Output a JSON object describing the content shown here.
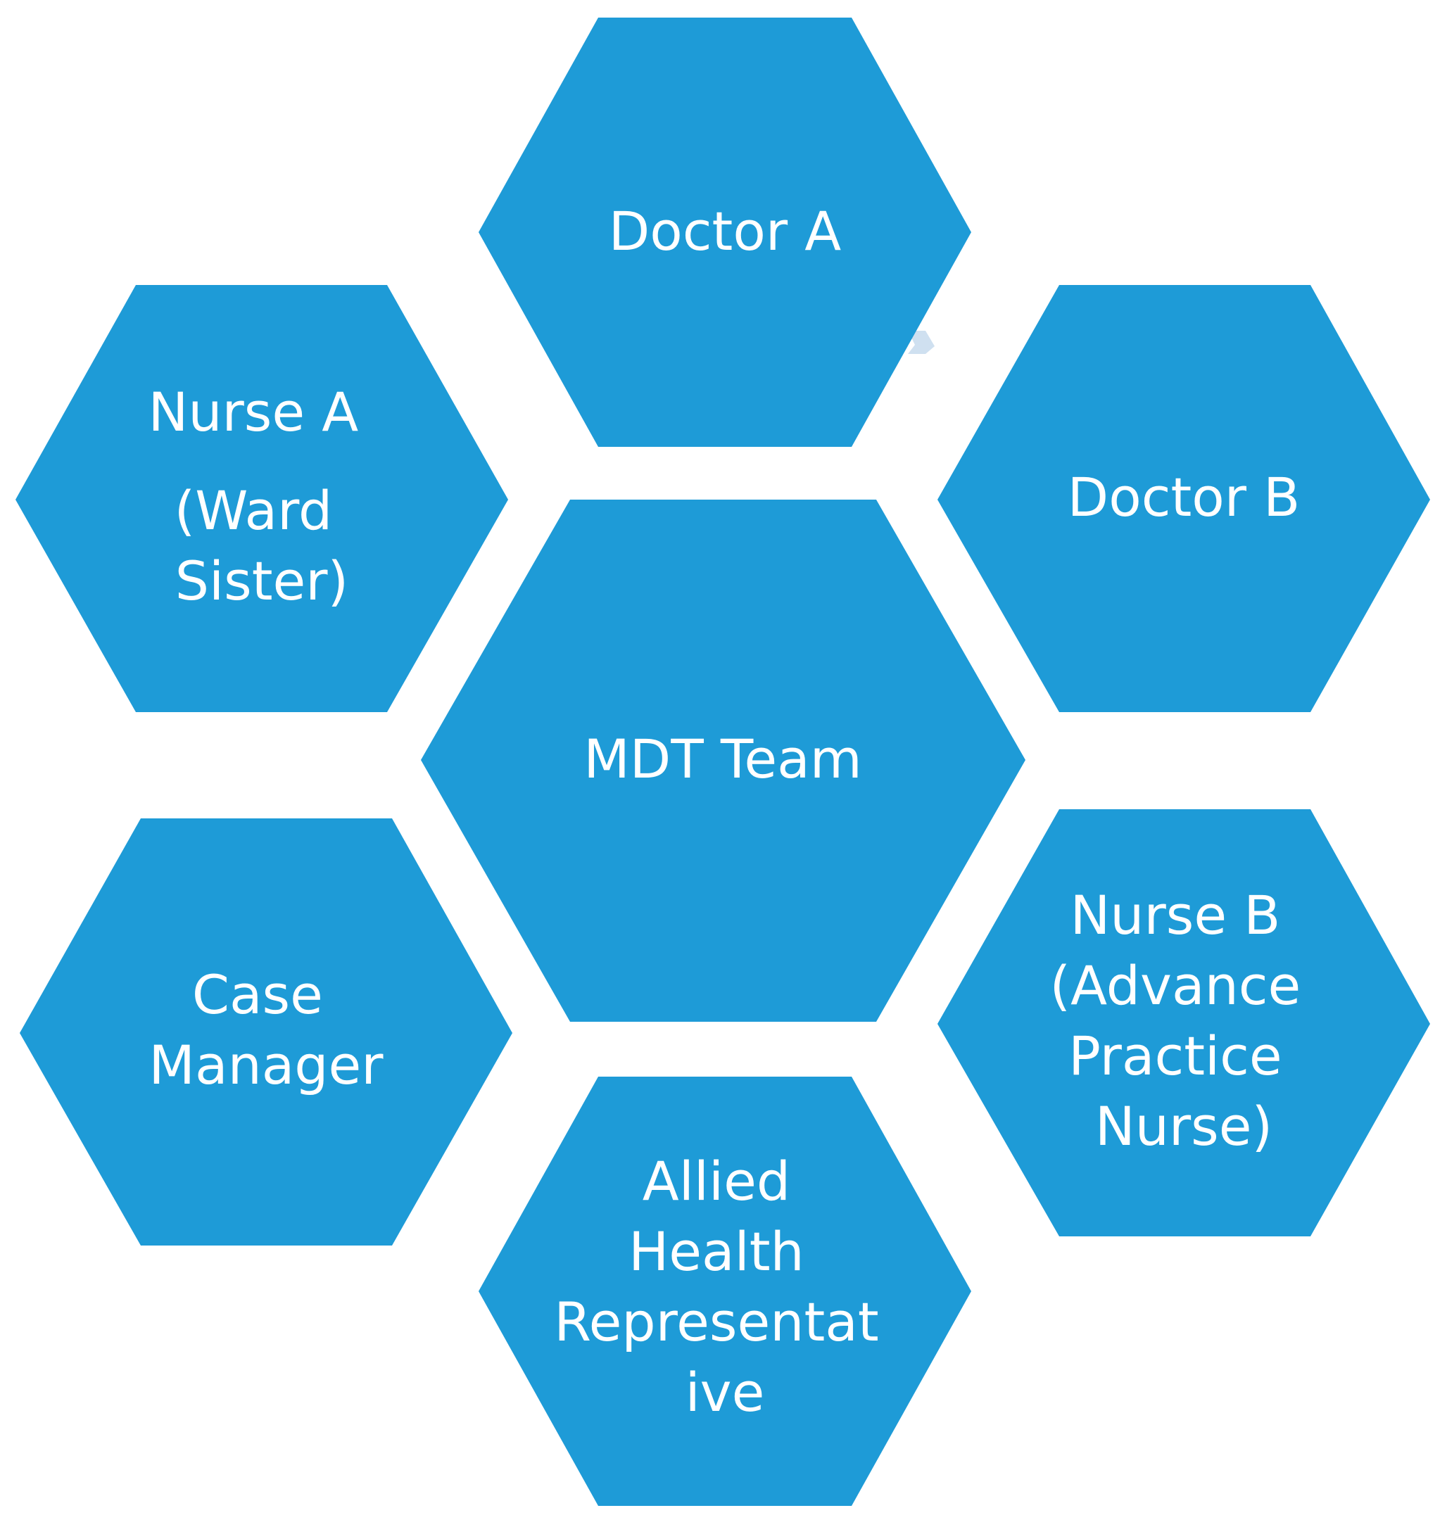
{
  "colors": {
    "hexagon_fill": "#1e9bd7",
    "connector_fill": "#cfe0f0",
    "text": "#ffffff",
    "background": "#ffffff"
  },
  "diagram": {
    "center": {
      "lines": [
        "MDT Team"
      ]
    },
    "members": [
      {
        "id": "doctor-a",
        "lines": [
          "Doctor A"
        ]
      },
      {
        "id": "doctor-b",
        "lines": [
          "Doctor B"
        ]
      },
      {
        "id": "nurse-b",
        "lines": [
          "Nurse B",
          "(Advance",
          "Practice",
          "Nurse)"
        ]
      },
      {
        "id": "allied-health",
        "lines": [
          "Allied",
          "Health",
          "Representat",
          "ive"
        ]
      },
      {
        "id": "case-manager",
        "lines": [
          "Case",
          "Manager"
        ]
      },
      {
        "id": "nurse-a",
        "lines": [
          "Nurse A",
          "(Ward",
          "Sister)"
        ]
      }
    ]
  }
}
